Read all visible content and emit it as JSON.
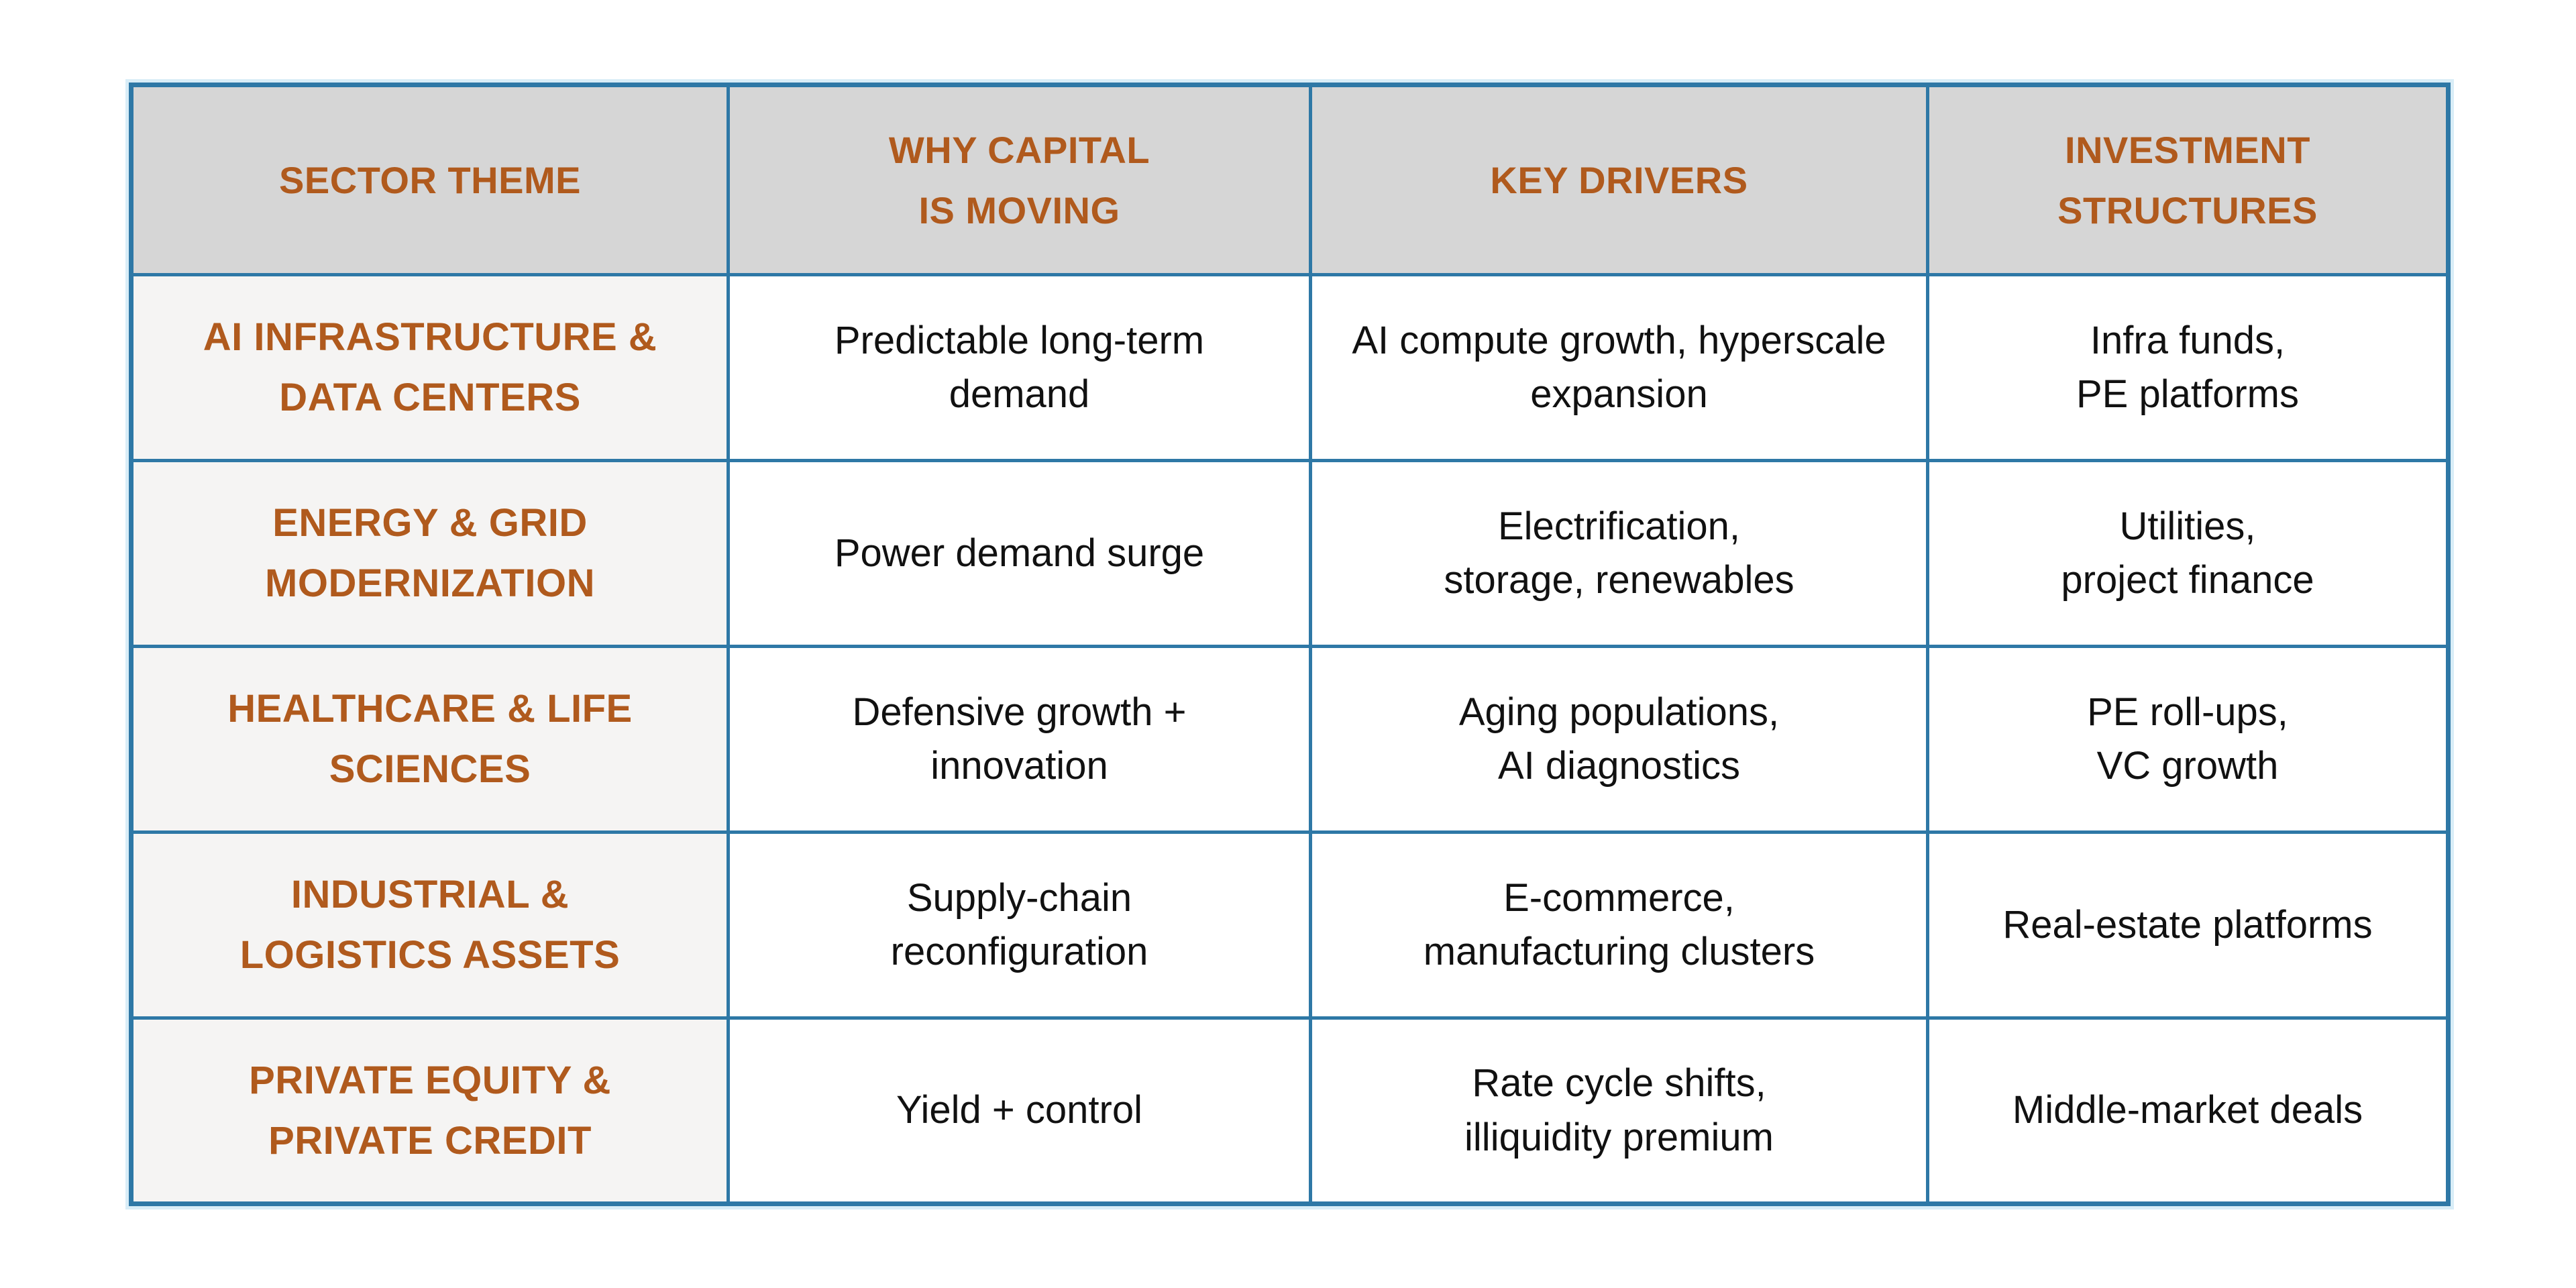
{
  "theme": {
    "accent_orange": "#B05A1D",
    "border_blue": "#2E78A6",
    "halo_blue": "#D9EDF7",
    "header_bg": "#D6D6D6",
    "label_col_bg": "#F5F4F3",
    "cell_bg": "#FFFFFF",
    "body_text": "#111111",
    "page_bg": "#FFFFFF"
  },
  "table": {
    "header": [
      {
        "id": "sector_theme",
        "lines": [
          "SECTOR THEME"
        ]
      },
      {
        "id": "why_capital_is_moving",
        "lines": [
          "WHY CAPITAL",
          "IS MOVING"
        ]
      },
      {
        "id": "key_drivers",
        "lines": [
          "KEY DRIVERS"
        ]
      },
      {
        "id": "investment_structures",
        "lines": [
          "INVESTMENT",
          "STRUCTURES"
        ]
      }
    ],
    "rows": [
      {
        "sector": [
          "AI INFRASTRUCTURE &",
          "DATA CENTERS"
        ],
        "why": [
          "Predictable long-term",
          "demand"
        ],
        "drivers": [
          "AI compute growth, hyperscale",
          "expansion"
        ],
        "structures": [
          "Infra funds,",
          "PE platforms"
        ]
      },
      {
        "sector": [
          "ENERGY & GRID",
          "MODERNIZATION"
        ],
        "why": [
          "Power demand surge"
        ],
        "drivers": [
          "Electrification,",
          "storage, renewables"
        ],
        "structures": [
          "Utilities,",
          "project finance"
        ]
      },
      {
        "sector": [
          "HEALTHCARE & LIFE",
          "SCIENCES"
        ],
        "why": [
          "Defensive growth +",
          "innovation"
        ],
        "drivers": [
          "Aging populations,",
          "AI diagnostics"
        ],
        "structures": [
          "PE roll-ups,",
          "VC growth"
        ]
      },
      {
        "sector": [
          "INDUSTRIAL &",
          "LOGISTICS ASSETS"
        ],
        "why": [
          "Supply-chain",
          "reconfiguration"
        ],
        "drivers": [
          "E-commerce,",
          "manufacturing clusters"
        ],
        "structures": [
          "Real-estate platforms"
        ]
      },
      {
        "sector": [
          "PRIVATE EQUITY &",
          "PRIVATE CREDIT"
        ],
        "why": [
          "Yield + control"
        ],
        "drivers": [
          "Rate cycle shifts,",
          "illiquidity premium"
        ],
        "structures": [
          "Middle-market deals"
        ]
      }
    ]
  }
}
